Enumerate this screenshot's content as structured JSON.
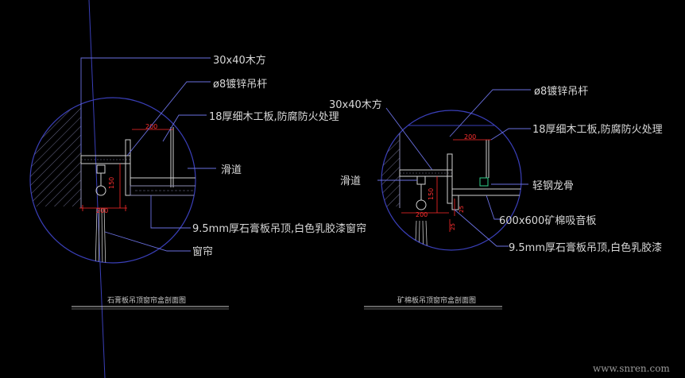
{
  "colors": {
    "background": "#000000",
    "outline": "#3a3fb8",
    "leader": "#6a70e0",
    "dimension": "#ff2a2a",
    "label_text": "#d8d8d8",
    "hatch": "#5a5a7a"
  },
  "left_detail": {
    "labels": {
      "wood_batten": "30x40木方",
      "rod": "ø8镀锌吊杆",
      "board": "18厚细木工板,防腐防火处理",
      "track": "滑道",
      "gypsum": "9.5mm厚石膏板吊顶,白色乳胶漆窗帘",
      "curtain": "窗帘"
    },
    "dims": {
      "width_top": "200",
      "height": "150",
      "width_bottom": "200"
    },
    "title": "石膏板吊顶窗帘盒剖面图"
  },
  "right_detail": {
    "labels": {
      "rod": "ø8镀锌吊杆",
      "wood_batten": "30x40木方",
      "board": "18厚细木工板,防腐防火处理",
      "track": "滑道",
      "keel": "轻钢龙骨",
      "mineral_board": "600x600矿棉吸音板",
      "gypsum": "9.5mm厚石膏板吊顶,白色乳胶漆"
    },
    "dims": {
      "width_top": "200",
      "height": "150",
      "width_bottom": "200",
      "small_a": "25",
      "small_b": "25"
    },
    "title": "矿棉板吊顶窗帘盒剖面图"
  },
  "watermark": "www.snren.com"
}
